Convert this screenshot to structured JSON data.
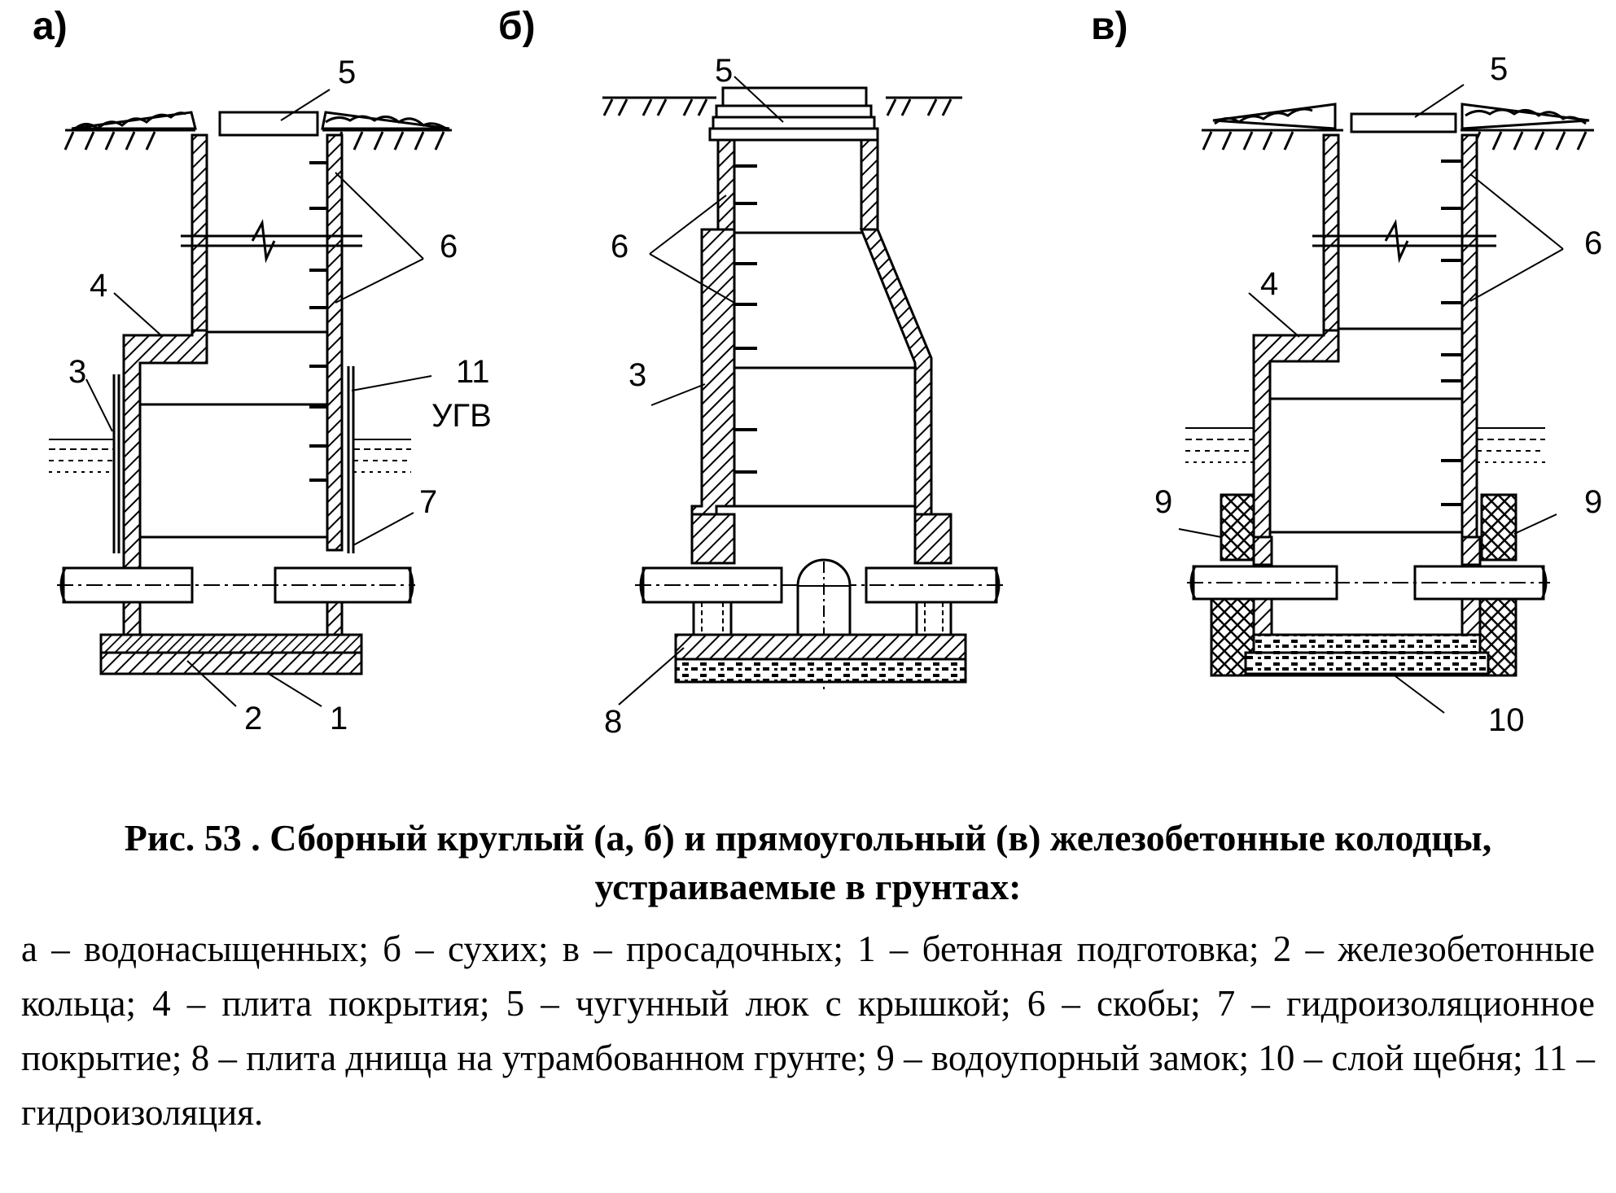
{
  "panels": [
    {
      "id": "a",
      "label": "а)"
    },
    {
      "id": "b",
      "label": "б)"
    },
    {
      "id": "c",
      "label": "в)"
    }
  ],
  "callouts": {
    "a": {
      "n5": "5",
      "n6": "6",
      "n4": "4",
      "n3": "3",
      "n11": "11",
      "ugv": "УГВ",
      "n7": "7",
      "n2": "2",
      "n1": "1"
    },
    "b": {
      "n5": "5",
      "n6": "6",
      "n3": "3",
      "n8": "8"
    },
    "c": {
      "n5": "5",
      "n6": "6",
      "n4": "4",
      "n9l": "9",
      "n9r": "9",
      "n10": "10"
    }
  },
  "caption": {
    "title": "Рис. 53 . Сборный круглый (а, б) и прямоугольный (в) железобетонные колодцы, устраиваемые в грунтах:",
    "legend": "а – водонасыщенных; б – сухих; в – просадочных; 1 – бетонная подготовка; 2 – железобетонные кольца; 4 – плита покрытия; 5 – чугунный люк с крышкой; 6 – скобы; 7 – гидроизоляционное покрытие; 8 – плита днища на утрамбованном грунте; 9 – водоупорный замок; 10 – слой щебня; 11 – гидроизоляция."
  }
}
